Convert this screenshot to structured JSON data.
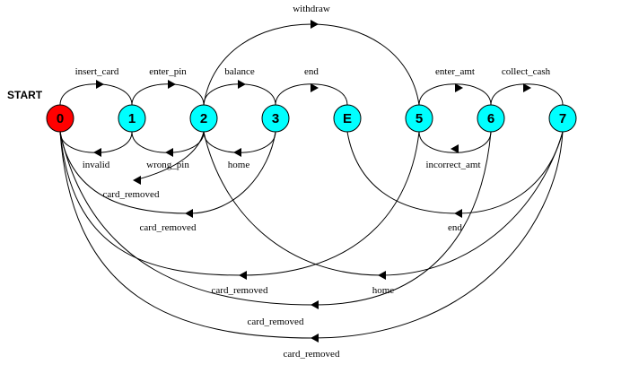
{
  "start_label": "START",
  "colors": {
    "start_state": "#ff0000",
    "state": "#00ffff",
    "stroke": "#000000",
    "background": "#ffffff"
  },
  "states": [
    {
      "id": "0",
      "label": "0",
      "initial": true
    },
    {
      "id": "1",
      "label": "1"
    },
    {
      "id": "2",
      "label": "2"
    },
    {
      "id": "3",
      "label": "3"
    },
    {
      "id": "E",
      "label": "E"
    },
    {
      "id": "5",
      "label": "5"
    },
    {
      "id": "6",
      "label": "6"
    },
    {
      "id": "7",
      "label": "7"
    }
  ],
  "transitions": [
    {
      "id": "t01",
      "from": "0",
      "to": "1",
      "label": "insert_card"
    },
    {
      "id": "t10",
      "from": "1",
      "to": "0",
      "label": "invalid"
    },
    {
      "id": "t12",
      "from": "1",
      "to": "2",
      "label": "enter_pin"
    },
    {
      "id": "t21",
      "from": "2",
      "to": "1",
      "label": "wrong_pin"
    },
    {
      "id": "t20",
      "from": "2",
      "to": "0",
      "label": "card_removed"
    },
    {
      "id": "t23",
      "from": "2",
      "to": "3",
      "label": "balance"
    },
    {
      "id": "t32",
      "from": "3",
      "to": "2",
      "label": "home"
    },
    {
      "id": "t30",
      "from": "3",
      "to": "0",
      "label": "card_removed"
    },
    {
      "id": "t3E",
      "from": "3",
      "to": "E",
      "label": "end"
    },
    {
      "id": "t25",
      "from": "2",
      "to": "5",
      "label": "withdraw"
    },
    {
      "id": "t56",
      "from": "5",
      "to": "6",
      "label": "enter_amt"
    },
    {
      "id": "t65",
      "from": "6",
      "to": "5",
      "label": "incorrect_amt"
    },
    {
      "id": "t67",
      "from": "6",
      "to": "7",
      "label": "collect_cash"
    },
    {
      "id": "t7E",
      "from": "7",
      "to": "E",
      "label": "end"
    },
    {
      "id": "t50",
      "from": "5",
      "to": "0",
      "label": "card_removed"
    },
    {
      "id": "t72",
      "from": "7",
      "to": "2",
      "label": "home"
    },
    {
      "id": "t60",
      "from": "6",
      "to": "0",
      "label": "card_removed"
    },
    {
      "id": "t70",
      "from": "7",
      "to": "0",
      "label": "card_removed"
    }
  ]
}
